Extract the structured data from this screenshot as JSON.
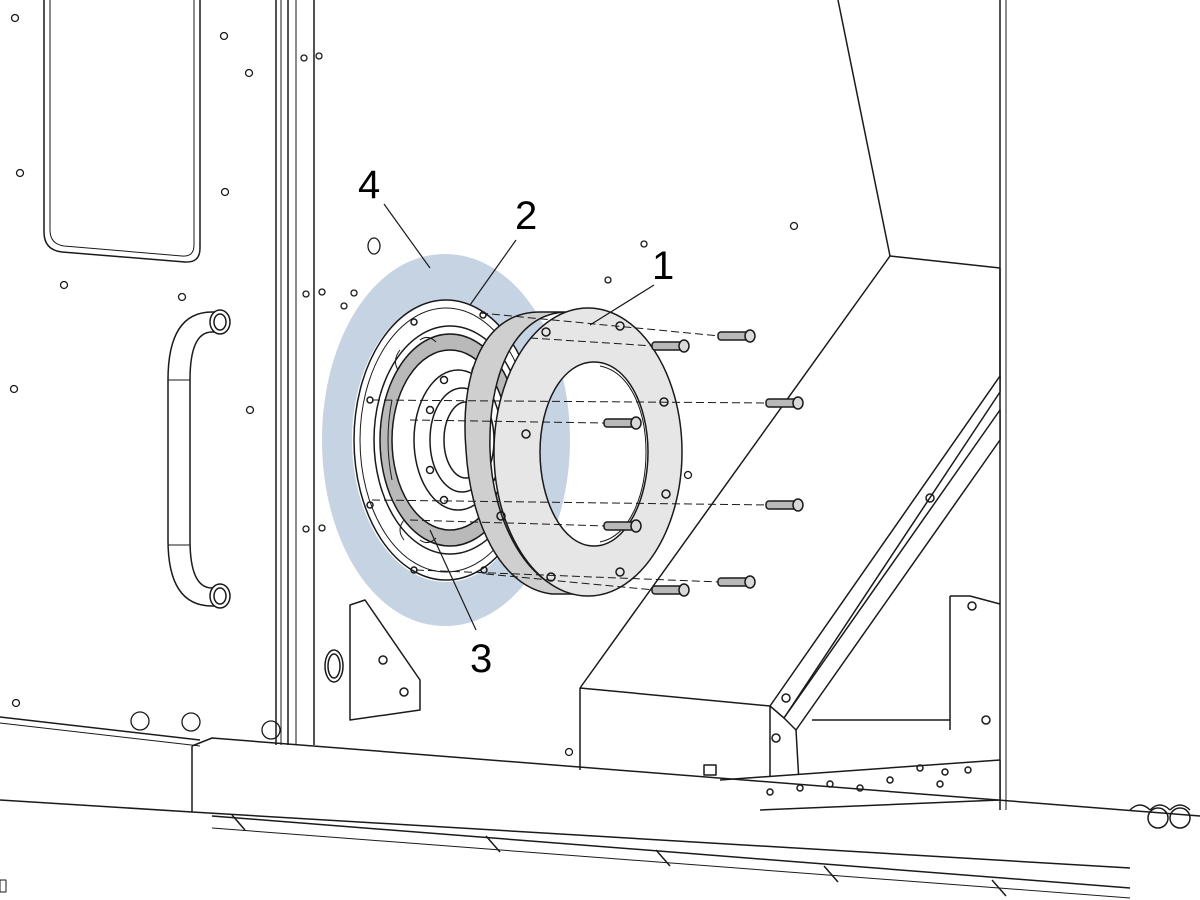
{
  "callouts": {
    "c1": "1",
    "c2": "2",
    "c3": "3",
    "c4": "4"
  },
  "colors": {
    "line": "#1a1a1a",
    "highlight_ring": "#c6d3e3",
    "flange_face": "#e6e6e6",
    "flange_side": "#cfcfcf",
    "bearing_gray": "#b9b9b9",
    "panel": "#ffffff"
  },
  "parts": [
    "flange-ring",
    "seal-plate",
    "roller-bearing",
    "highlighted-bore-area"
  ]
}
